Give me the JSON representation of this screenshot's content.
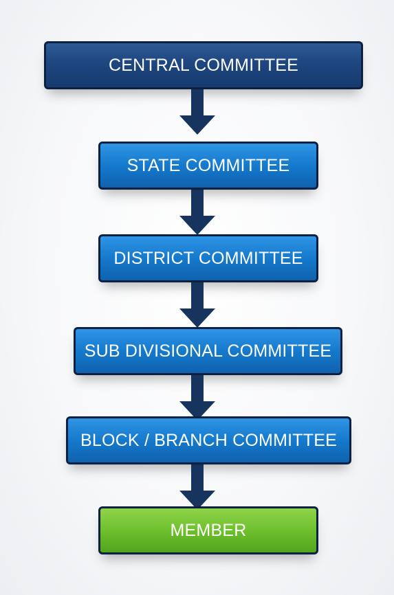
{
  "nodes": [
    {
      "label": "CENTRAL COMMITTEE"
    },
    {
      "label": "STATE COMMITTEE"
    },
    {
      "label": "DISTRICT COMMITTEE"
    },
    {
      "label": "SUB DIVISIONAL COMMITTEE"
    },
    {
      "label": "BLOCK / BRANCH COMMITTEE"
    },
    {
      "label": "MEMBER"
    }
  ],
  "colors": {
    "central_box": "#1e4680",
    "committee_box": "#1579cc",
    "member_box": "#6ec02d",
    "arrow": "#16345e"
  }
}
